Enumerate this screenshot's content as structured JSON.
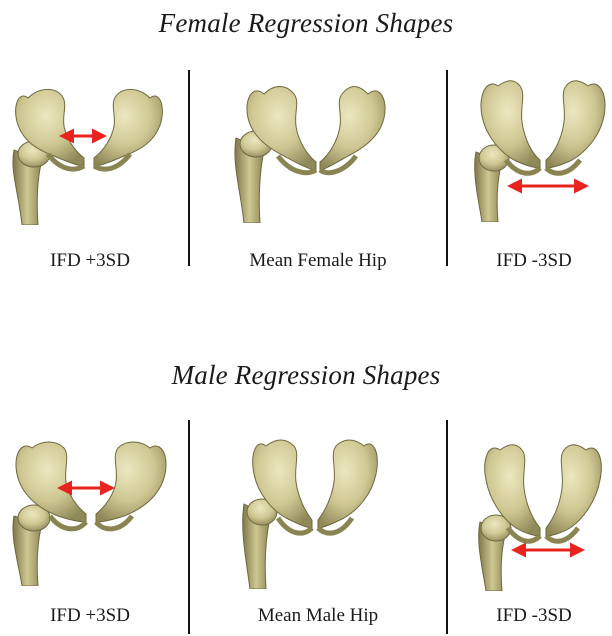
{
  "sections": [
    {
      "title": "Female Regression Shapes",
      "panels": [
        {
          "caption": "IFD +3SD"
        },
        {
          "caption": "Mean Female Hip"
        },
        {
          "caption": "IFD -3SD"
        }
      ]
    },
    {
      "title": "Male Regression Shapes",
      "panels": [
        {
          "caption": "IFD +3SD"
        },
        {
          "caption": "Mean Male Hip"
        },
        {
          "caption": "IFD -3SD"
        }
      ]
    }
  ],
  "colors": {
    "bone_light": "#ddd7a6",
    "bone_mid": "#bfb77f",
    "bone_dark": "#8a8452",
    "arrow": "#e8241e",
    "divider": "#111111"
  }
}
